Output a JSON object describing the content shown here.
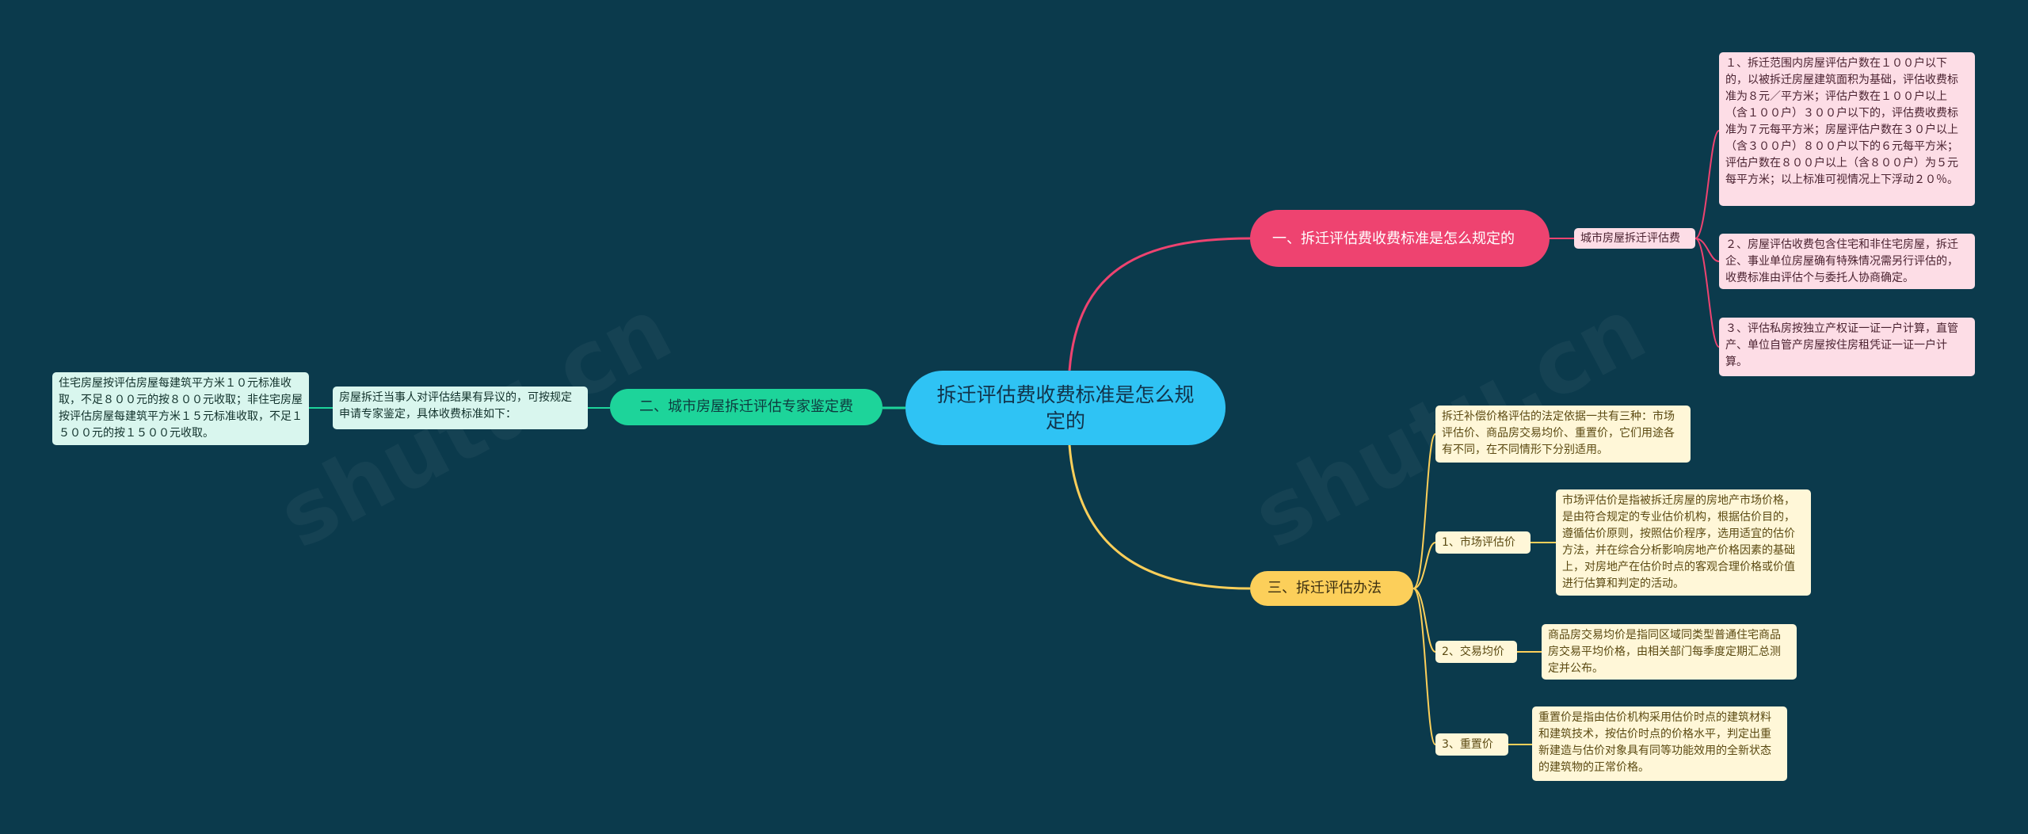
{
  "root": {
    "label": "拆迁评估费收费标准是怎么规定的"
  },
  "branch1": {
    "label": "一、拆迁评估费收费标准是怎么规定的",
    "sub": "城市房屋拆迁评估费",
    "items": [
      "１、拆迁范围内房屋评估户数在１００户以下的，以被拆迁房屋建筑面积为基础，评估收费标准为８元／平方米；评估户数在１００户以上（含１００户）３００户以下的，评估费收费标准为７元每平方米；房屋评估户数在３０户以上（含３００户）８００户以下的６元每平方米；评估户数在８００户以上（含８００户）为５元每平方米；以上标准可视情况上下浮动２０％。",
      "２、房屋评估收费包含住宅和非住宅房屋，拆迁企、事业单位房屋确有特殊情况需另行评估的，收费标准由评估个与委托人协商确定。",
      "３、评估私房按独立产权证一证一户计算，直管产、单位自管产房屋按住房租凭证一证一户计算。"
    ]
  },
  "branch2": {
    "label": "二、城市房屋拆迁评估专家鉴定费",
    "sub": "房屋拆迁当事人对评估结果有异议的，可按规定申请专家鉴定，具体收费标准如下：",
    "detail": "住宅房屋按评估房屋每建筑平方米１０元标准收取，不足８００元的按８００元收取；非住宅房屋按评估房屋每建筑平方米１５元标准收取，不足１５００元的按１５００元收取。"
  },
  "branch3": {
    "label": "三、拆迁评估办法",
    "intro": "拆迁补偿价格评估的法定依据一共有三种：市场评估价、商品房交易均价、重置价，它们用途各有不同，在不同情形下分别适用。",
    "items": [
      {
        "label": "1、市场评估价",
        "detail": "市场评估价是指被拆迁房屋的房地产市场价格，是由符合规定的专业估价机构，根据估价目的，遵循估价原则，按照估价程序，选用适宜的估价方法，并在综合分析影响房地产价格因素的基础上，对房地产在估价时点的客观合理价格或价值进行估算和判定的活动。"
      },
      {
        "label": "2、交易均价",
        "detail": "商品房交易均价是指同区域同类型普通住宅商品房交易平均价格，由相关部门每季度定期汇总测定并公布。"
      },
      {
        "label": "3、重置价",
        "detail": "重置价是指由估价机构采用估价时点的建筑材料和建筑技术，按估价时点的价格水平，判定出重新建造与估价对象具有同等功能效用的全新状态的建筑物的正常价格。"
      }
    ]
  },
  "colors": {
    "background": "#0b3a4c",
    "root": "#2fc3f4",
    "branch1": "#ee4370",
    "branch2": "#1dd49a",
    "branch3": "#fccf5a"
  }
}
